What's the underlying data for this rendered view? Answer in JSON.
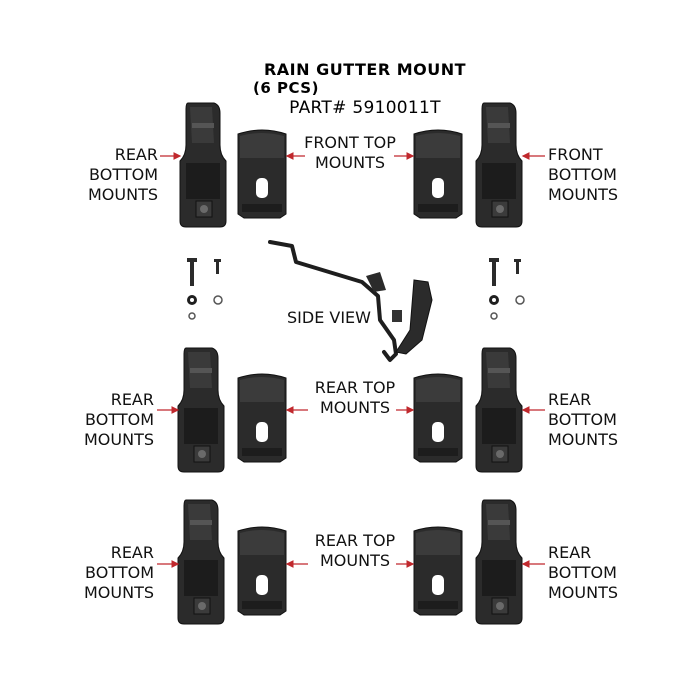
{
  "title": {
    "line1": "RAIN GUTTER MOUNT",
    "line2": "(6 PCS)",
    "line3": "PART# 5910011T"
  },
  "labels": {
    "rear_bottom_mounts": [
      "REAR",
      "BOTTOM",
      "MOUNTS"
    ],
    "front_top_mounts": [
      "FRONT TOP",
      "MOUNTS"
    ],
    "front_bottom_mounts": [
      "FRONT",
      "BOTTOM",
      "MOUNTS"
    ],
    "rear_top_mounts": [
      "REAR TOP",
      "MOUNTS"
    ],
    "side_view": "SIDE VIEW"
  },
  "colors": {
    "part": "#2b2b2b",
    "part_edge": "#111111",
    "arrow": "#c0282d",
    "text": "#111111"
  }
}
